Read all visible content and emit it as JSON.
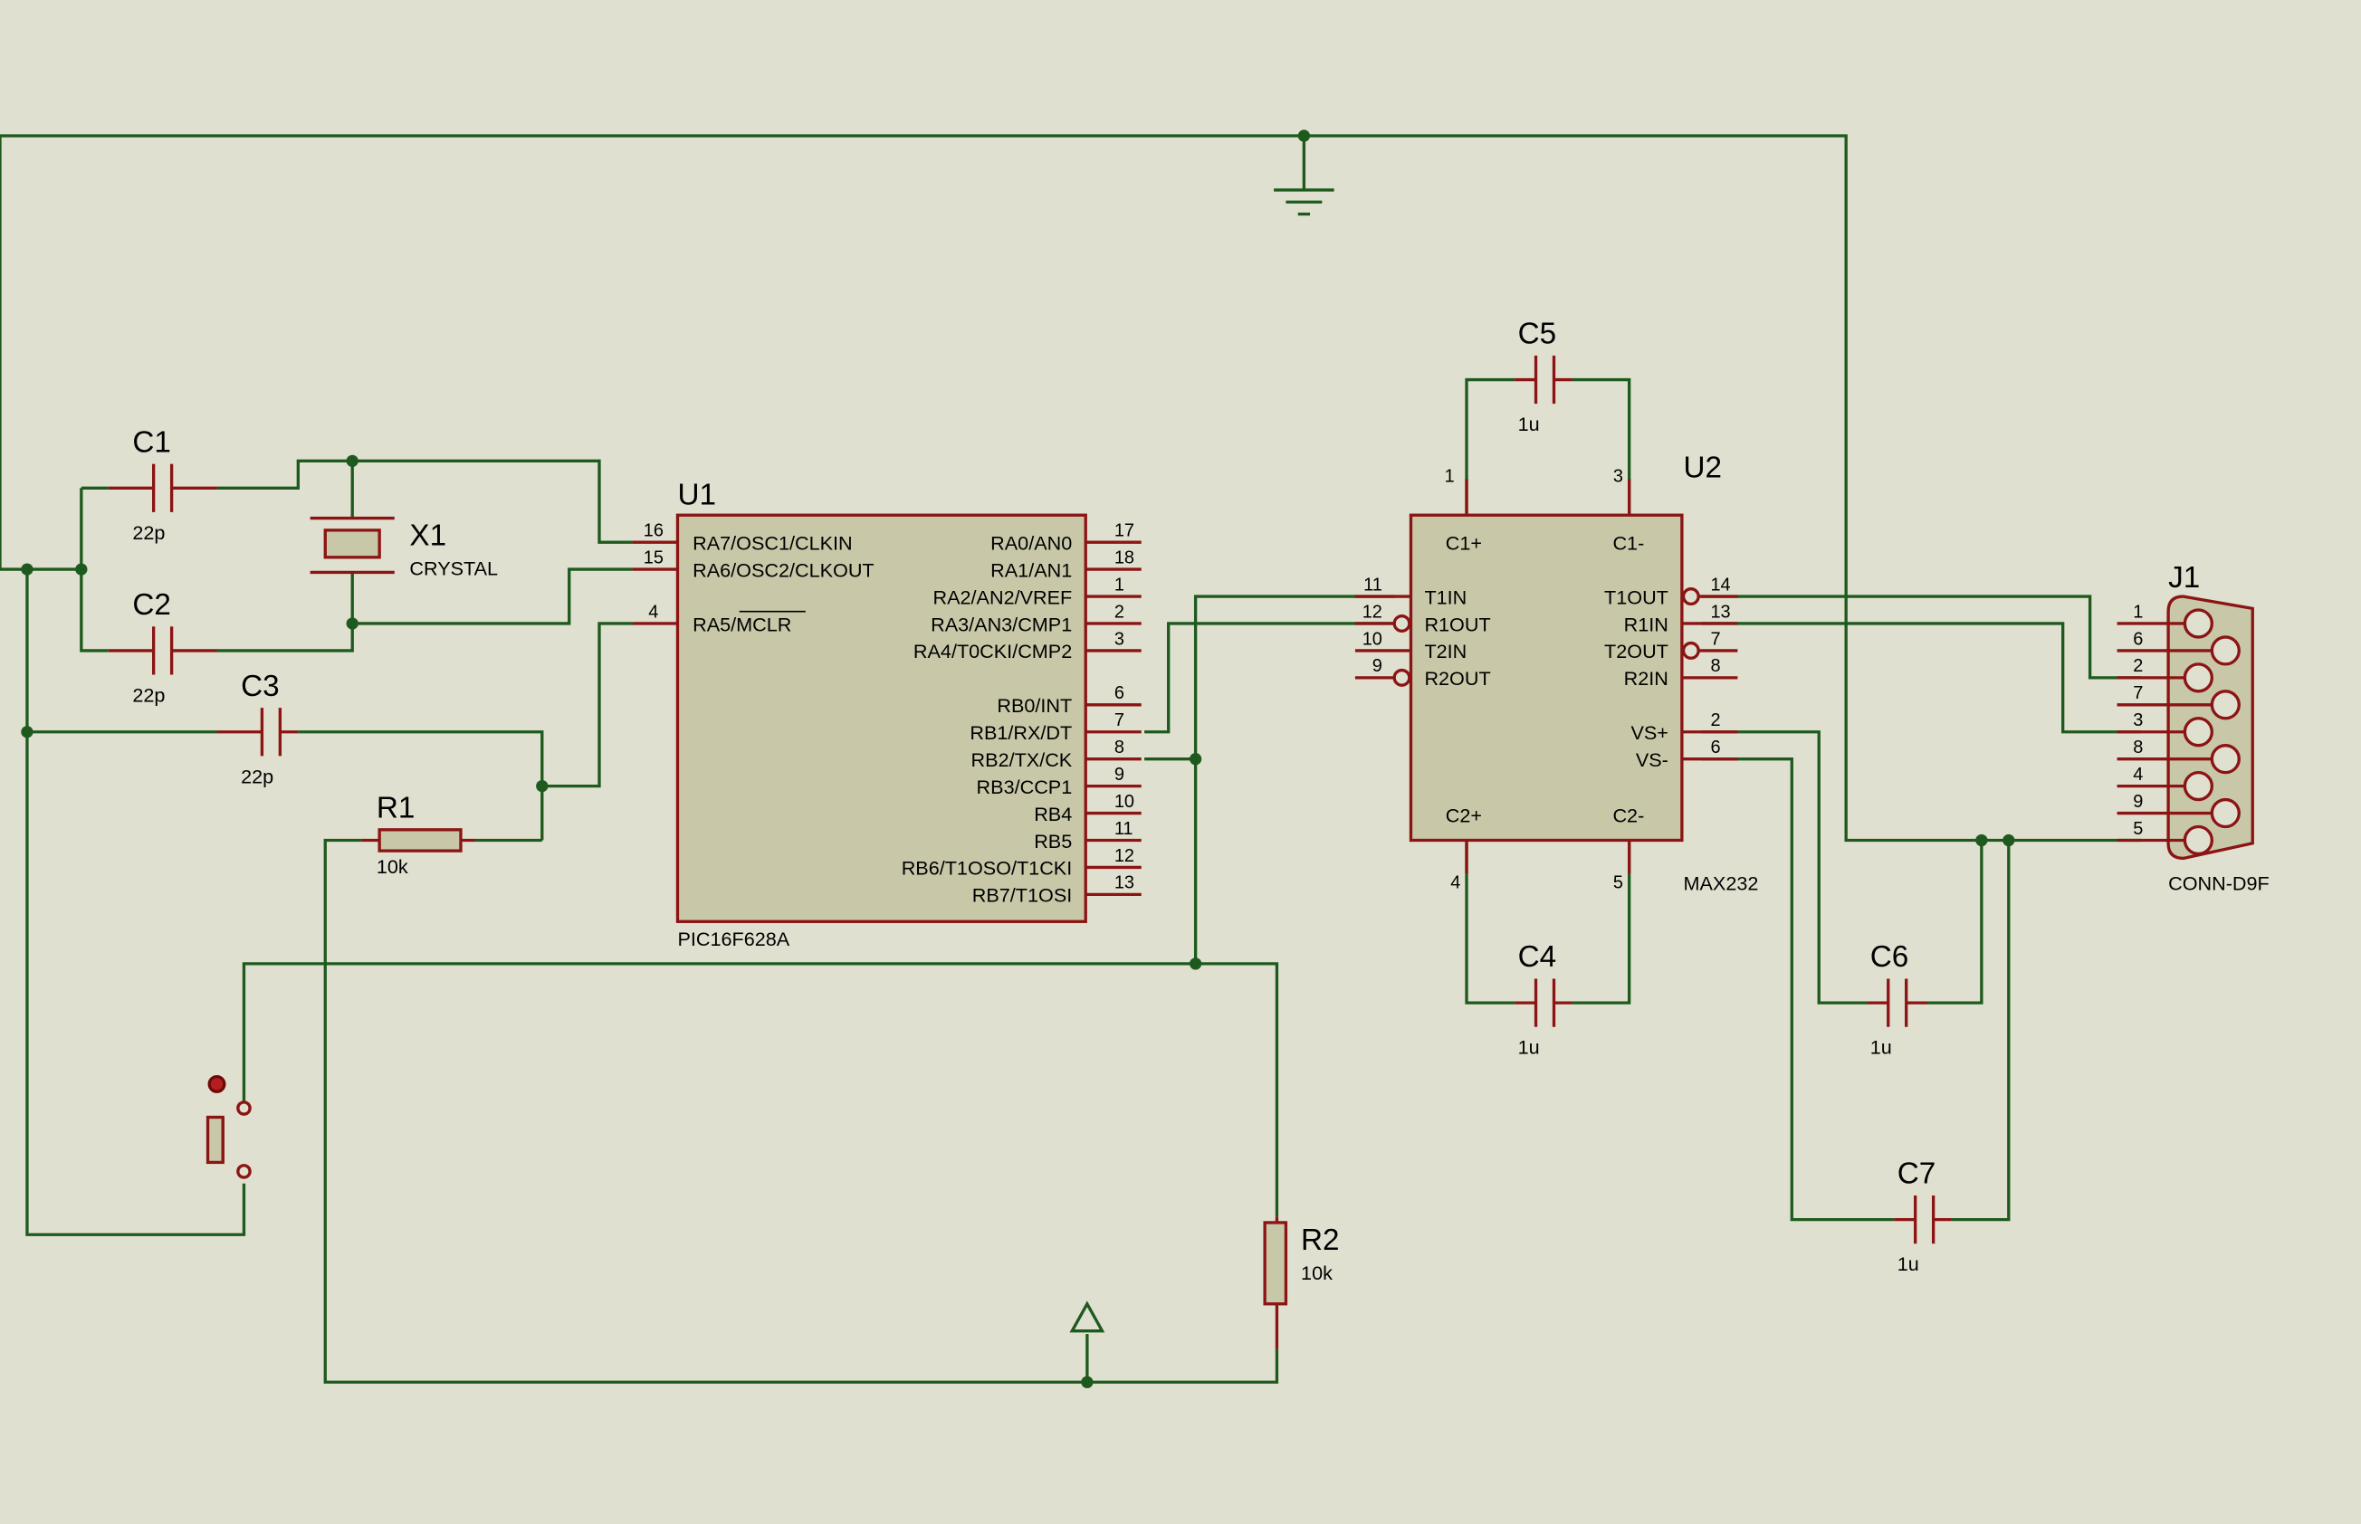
{
  "colors": {
    "background": "#e0e0d0",
    "wire": "#1e5a1e",
    "component": "#8b1414",
    "body_fill": "#c8c8a9",
    "text": "#000000"
  },
  "components": {
    "c1": {
      "ref": "C1",
      "value": "22p"
    },
    "c2": {
      "ref": "C2",
      "value": "22p"
    },
    "c3": {
      "ref": "C3",
      "value": "22p"
    },
    "c4": {
      "ref": "C4",
      "value": "1u"
    },
    "c5": {
      "ref": "C5",
      "value": "1u"
    },
    "c6": {
      "ref": "C6",
      "value": "1u"
    },
    "c7": {
      "ref": "C7",
      "value": "1u"
    },
    "x1": {
      "ref": "X1",
      "value": "CRYSTAL"
    },
    "r1": {
      "ref": "R1",
      "value": "10k"
    },
    "r2": {
      "ref": "R2",
      "value": "10k"
    },
    "u1": {
      "ref": "U1",
      "part": "PIC16F628A",
      "left_pins": [
        {
          "num": "16",
          "name": "RA7/OSC1/CLKIN"
        },
        {
          "num": "15",
          "name": "RA6/OSC2/CLKOUT"
        },
        {
          "num": "4",
          "name": "RA5/MCLR"
        }
      ],
      "right_pins": [
        {
          "num": "17",
          "name": "RA0/AN0"
        },
        {
          "num": "18",
          "name": "RA1/AN1"
        },
        {
          "num": "1",
          "name": "RA2/AN2/VREF"
        },
        {
          "num": "2",
          "name": "RA3/AN3/CMP1"
        },
        {
          "num": "3",
          "name": "RA4/T0CKI/CMP2"
        },
        {
          "num": "6",
          "name": "RB0/INT"
        },
        {
          "num": "7",
          "name": "RB1/RX/DT"
        },
        {
          "num": "8",
          "name": "RB2/TX/CK"
        },
        {
          "num": "9",
          "name": "RB3/CCP1"
        },
        {
          "num": "10",
          "name": "RB4"
        },
        {
          "num": "11",
          "name": "RB5"
        },
        {
          "num": "12",
          "name": "RB6/T1OSO/T1CKI"
        },
        {
          "num": "13",
          "name": "RB7/T1OSI"
        }
      ]
    },
    "u2": {
      "ref": "U2",
      "part": "MAX232",
      "top_pins": [
        {
          "num": "1",
          "name": "C1+"
        },
        {
          "num": "3",
          "name": "C1-"
        }
      ],
      "bottom_pins": [
        {
          "num": "4",
          "name": "C2+"
        },
        {
          "num": "5",
          "name": "C2-"
        }
      ],
      "left_pins": [
        {
          "num": "11",
          "name": "T1IN"
        },
        {
          "num": "12",
          "name": "R1OUT"
        },
        {
          "num": "10",
          "name": "T2IN"
        },
        {
          "num": "9",
          "name": "R2OUT"
        }
      ],
      "right_pins": [
        {
          "num": "14",
          "name": "T1OUT"
        },
        {
          "num": "13",
          "name": "R1IN"
        },
        {
          "num": "7",
          "name": "T2OUT"
        },
        {
          "num": "8",
          "name": "R2IN"
        },
        {
          "num": "2",
          "name": "VS+"
        },
        {
          "num": "6",
          "name": "VS-"
        }
      ]
    },
    "j1": {
      "ref": "J1",
      "part": "CONN-D9F",
      "pins": [
        "1",
        "6",
        "2",
        "7",
        "3",
        "8",
        "4",
        "9",
        "5"
      ]
    }
  }
}
